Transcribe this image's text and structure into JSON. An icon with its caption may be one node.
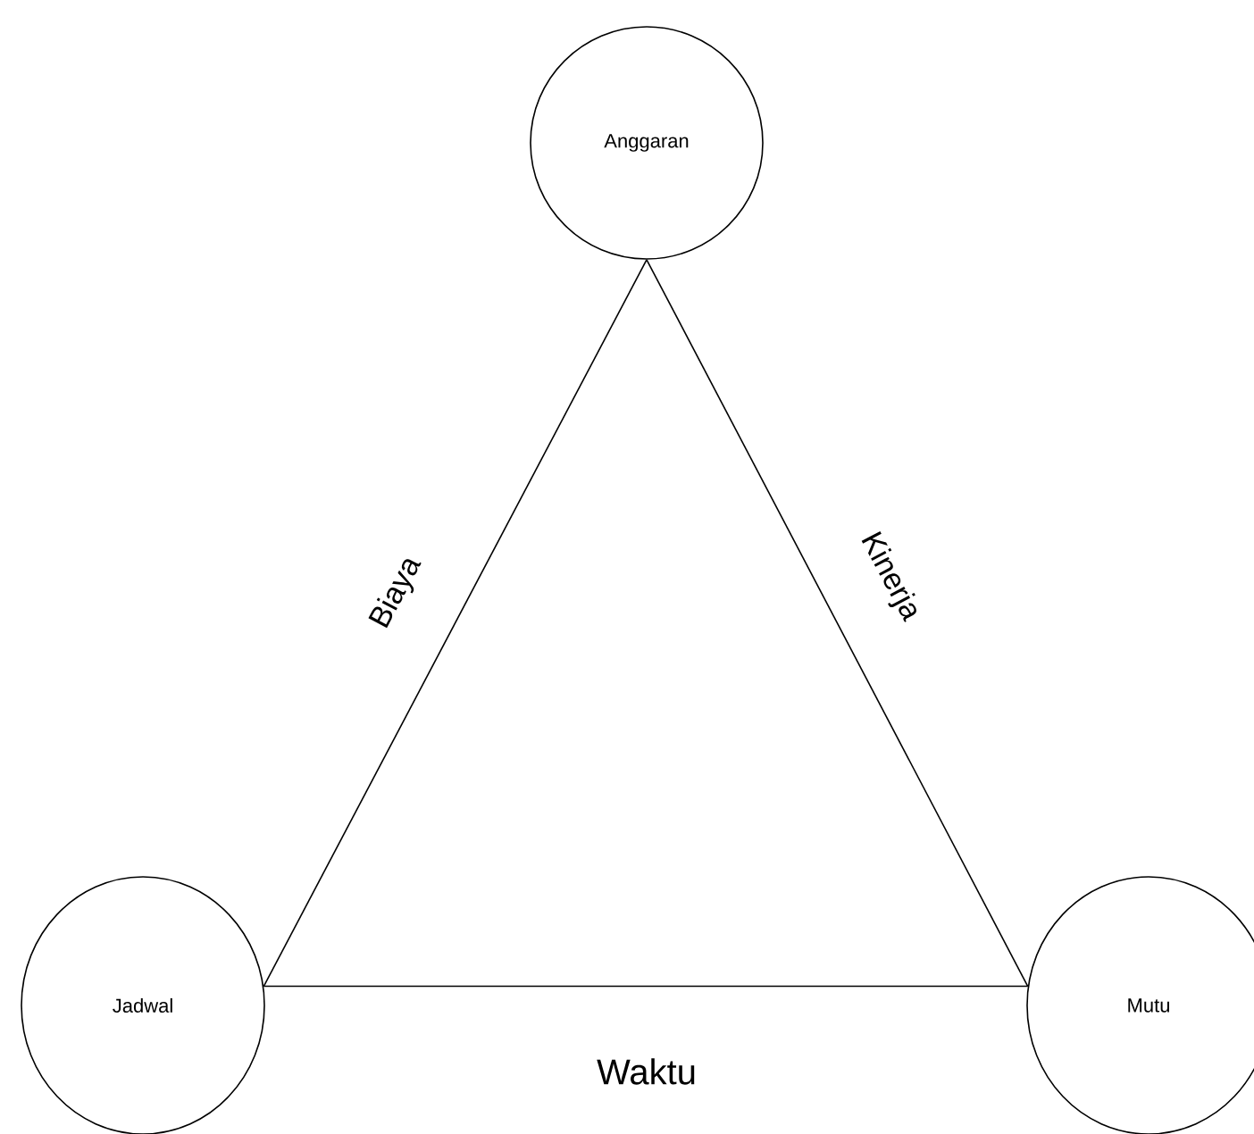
{
  "diagram": {
    "nodes": [
      {
        "text": [
          "Anggaran"
        ]
      },
      {
        "text": [
          "Jadwal"
        ]
      },
      {
        "text": [
          "Mutu"
        ]
      }
    ],
    "edges": [
      {
        "from": 0,
        "to": 1,
        "arrow": "none",
        "label": "Biaya"
      },
      {
        "from": 0,
        "to": 2,
        "arrow": "none",
        "label": "Kinerja"
      },
      {
        "from": 1,
        "to": 2,
        "arrow": "none",
        "label": "Waktu"
      }
    ]
  }
}
